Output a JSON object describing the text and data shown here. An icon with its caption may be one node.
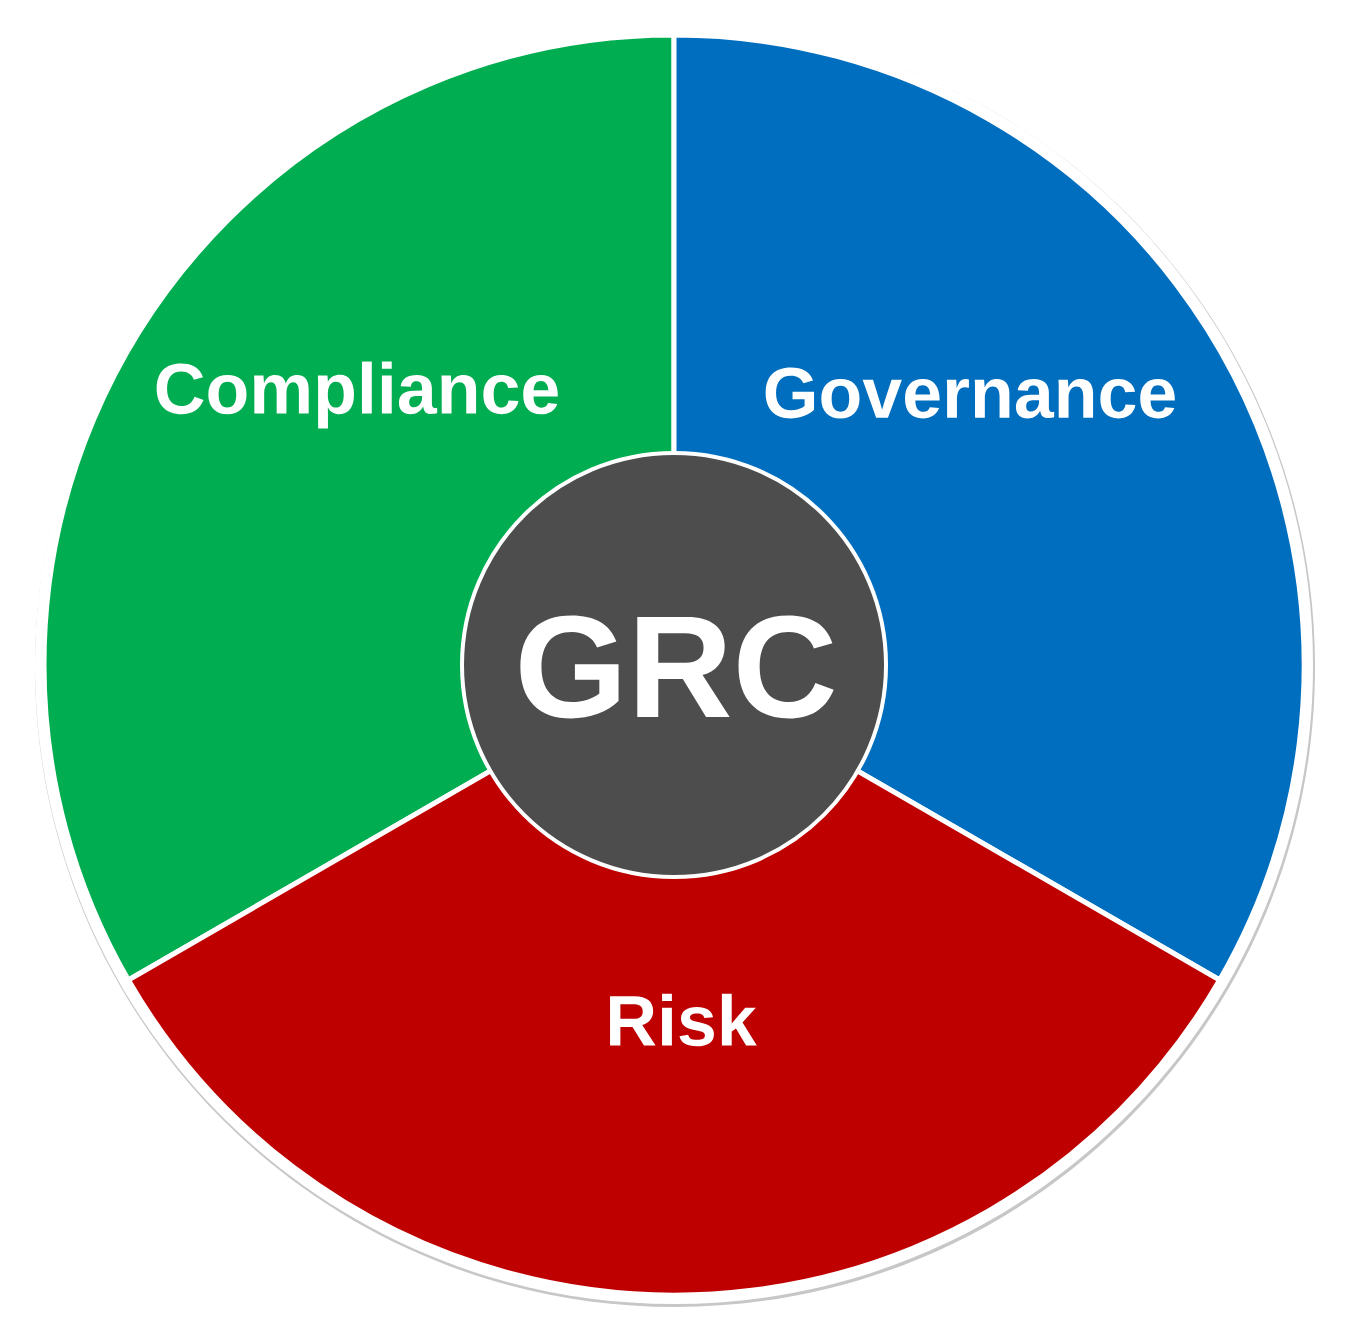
{
  "diagram": {
    "nodes": [
      {
        "text": [
          "Compliance"
        ]
      },
      {
        "text": [
          "Governance"
        ]
      },
      {
        "text": [
          "GRC"
        ]
      },
      {
        "text": [
          "Risk"
        ]
      }
    ]
  }
}
